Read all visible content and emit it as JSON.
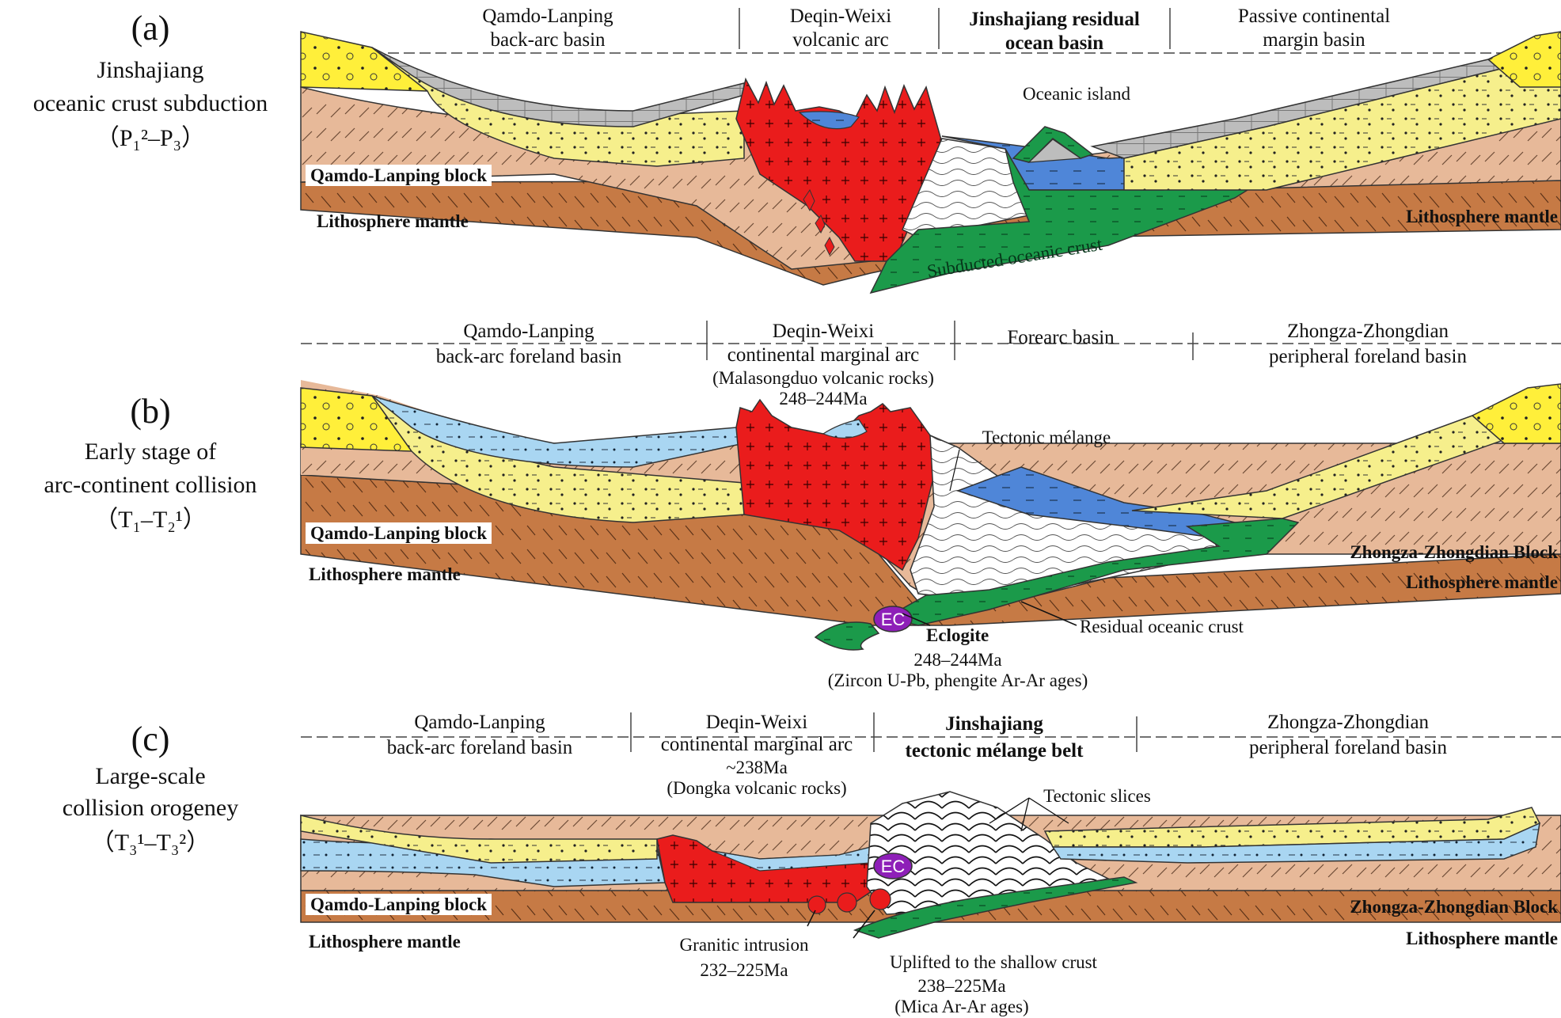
{
  "colors": {
    "mantle": "#c67a45",
    "crust": "#e7b999",
    "yellow_sed": "#f6ef8c",
    "bright_yellow": "#ffef3a",
    "grey_sed": "#bdbdbd",
    "light_blue": "#a9d6f2",
    "blue": "#4f86d8",
    "red_arc": "#ea1c1c",
    "green_crust": "#1b9a4a",
    "purple_ec": "#8e1fb8"
  },
  "panel_a": {
    "letter": "(a)",
    "title_line1": "Jinshajiang",
    "title_line2": "oceanic crust subduction",
    "period": "（P₁²–P₃）",
    "header1_line1": "Qamdo-Lanping",
    "header1_line2": "back-arc  basin",
    "header2_line1": "Deqin-Weixi",
    "header2_line2": "volcanic arc",
    "header3_line1": "Jinshajiang residual",
    "header3_line2": "ocean basin",
    "header4_line1": "Passive continental",
    "header4_line2": "margin basin",
    "oceanic_island": "Oceanic island",
    "block_label": "Qamdo-Lanping block",
    "mantle_left": "Lithosphere mantle",
    "mantle_right": "Lithosphere mantle",
    "subducted": "Subducted oceanic crust"
  },
  "panel_b": {
    "letter": "(b)",
    "title_line1": "Early stage of",
    "title_line2": "arc-continent collision",
    "period": "（T₁–T₂¹）",
    "header1_line1": "Qamdo-Lanping",
    "header1_line2": "back-arc foreland basin",
    "header2_line1": "Deqin-Weixi",
    "header2_line2": "continental marginal arc",
    "header2_line3": "(Malasongduo volcanic rocks)",
    "header2_line4": "248–244Ma",
    "header3": "Forearc basin",
    "header4_line1": "Zhongza-Zhongdian",
    "header4_line2": "peripheral foreland basin",
    "tectonic_melange": "Tectonic mélange",
    "block_left": "Qamdo-Lanping block",
    "block_right": "Zhongza-Zhongdian Block",
    "mantle_left": "Lithosphere mantle",
    "mantle_right": "Lithosphere mantle",
    "ec": "EC",
    "eclogite": "Eclogite",
    "eclogite_age": "248–244Ma",
    "eclogite_method": "(Zircon U-Pb, phengite Ar-Ar ages)",
    "residual": "Residual oceanic crust"
  },
  "panel_c": {
    "letter": "(c)",
    "title_line1": "Large-scale",
    "title_line2": "collision orogeney",
    "period": "（T₃¹–T₃²）",
    "header1_line1": "Qamdo-Lanping",
    "header1_line2": "back-arc foreland basin",
    "header2_line1": "Deqin-Weixi",
    "header2_line2": "continental marginal arc",
    "header2_line3": "~238Ma",
    "header2_line4": "(Dongka volcanic rocks)",
    "header3_line1": "Jinshajiang",
    "header3_line2": "tectonic mélange belt",
    "header4_line1": "Zhongza-Zhongdian",
    "header4_line2": "peripheral foreland basin",
    "tectonic_slices": "Tectonic slices",
    "block_left": "Qamdo-Lanping block",
    "block_right": "Zhongza-Zhongdian Block",
    "mantle_left": "Lithosphere mantle",
    "mantle_right": "Lithosphere mantle",
    "ec": "EC",
    "granitic": "Granitic intrusion",
    "granitic_age": "232–225Ma",
    "uplifted": "Uplifted to the shallow crust",
    "uplifted_age": "238–225Ma",
    "uplifted_method": "(Mica Ar-Ar ages)"
  }
}
